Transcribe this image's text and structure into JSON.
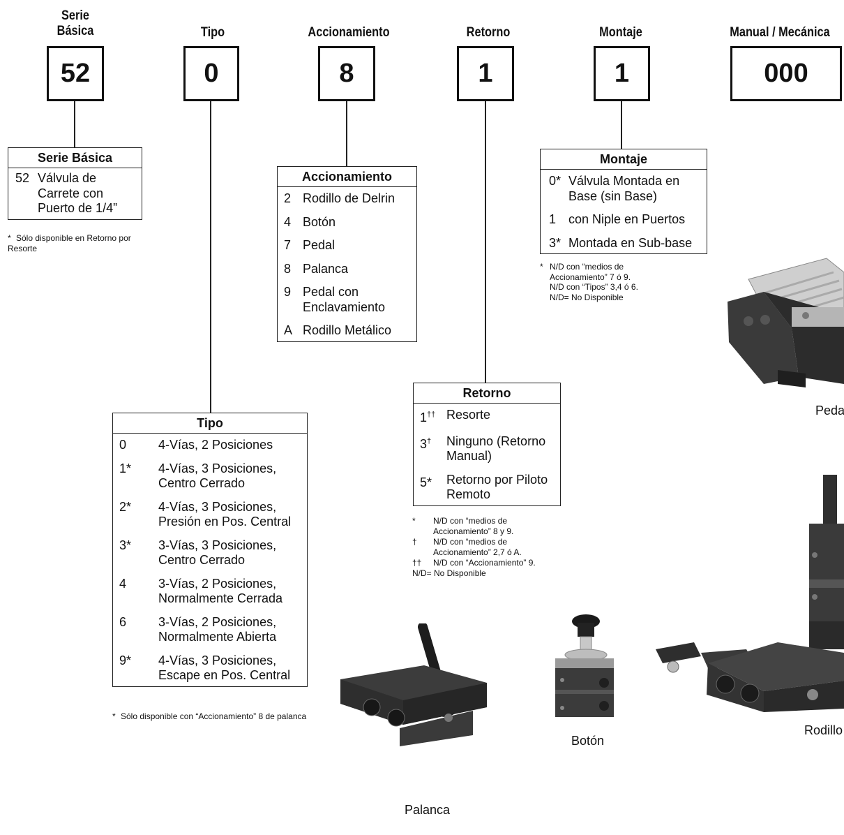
{
  "columns": [
    {
      "header_line1": "Serie",
      "header_line2": "Básica",
      "code": "52"
    },
    {
      "header_line1": "",
      "header_line2": "Tipo",
      "code": "0"
    },
    {
      "header_line1": "",
      "header_line2": "Accionamiento",
      "code": "8"
    },
    {
      "header_line1": "",
      "header_line2": "Retorno",
      "code": "1"
    },
    {
      "header_line1": "",
      "header_line2": "Montaje",
      "code": "1"
    },
    {
      "header_line1": "",
      "header_line2": "Manual / Mecánica",
      "code": "000"
    }
  ],
  "serie": {
    "title": "Serie Básica",
    "rows": [
      {
        "code": "52",
        "text": "Válvula de Carrete con Puerto de 1/4”"
      }
    ],
    "note_mark": "*",
    "note": "Sólo disponible en Retorno por Resorte"
  },
  "accionamiento": {
    "title": "Accionamiento",
    "rows": [
      {
        "code": "2",
        "text": "Rodillo de Delrin"
      },
      {
        "code": "4",
        "text": "Botón"
      },
      {
        "code": "7",
        "text": "Pedal"
      },
      {
        "code": "8",
        "text": "Palanca"
      },
      {
        "code": "9",
        "text": "Pedal con Enclavamiento"
      },
      {
        "code": "A",
        "text": "Rodillo Metálico"
      }
    ]
  },
  "montaje": {
    "title": "Montaje",
    "rows": [
      {
        "code": "0*",
        "text": "Válvula Montada en Base (sin Base)"
      },
      {
        "code": "1",
        "text": "con Niple en Puertos"
      },
      {
        "code": "3*",
        "text": "Montada en Sub-base"
      }
    ],
    "note_mark": "*",
    "note_lines": [
      "N/D con “medios de",
      "Accionamiento” 7 ó 9.",
      "N/D con “Tipos” 3,4 ó 6.",
      "N/D= No Disponible"
    ]
  },
  "retorno": {
    "title": "Retorno",
    "rows": [
      {
        "code": "1",
        "sup": "††",
        "text": "Resorte"
      },
      {
        "code": "3",
        "sup": "†",
        "text": "Ninguno (Retorno Manual)"
      },
      {
        "code": "5*",
        "sup": "",
        "text": "Retorno por Piloto Remoto"
      }
    ],
    "notes": [
      {
        "mark": "*",
        "text": "N/D con “medios de Accionamiento” 8 y 9."
      },
      {
        "mark": "†",
        "text": "N/D con “medios de Accionamiento” 2,7 ó A."
      },
      {
        "mark": "††",
        "text": "N/D con “Accionamiento” 9."
      }
    ],
    "footer": "N/D= No Disponible"
  },
  "tipo": {
    "title": "Tipo",
    "rows": [
      {
        "code": "0",
        "text": "4-Vías, 2 Posiciones"
      },
      {
        "code": "1*",
        "text": "4-Vías, 3 Posiciones, Centro Cerrado"
      },
      {
        "code": "2*",
        "text": "4-Vías, 3 Posiciones, Presión en Pos. Central"
      },
      {
        "code": "3*",
        "text": "3-Vías, 3 Posiciones, Centro Cerrado"
      },
      {
        "code": "4",
        "text": "3-Vías, 2 Posiciones, Normalmente Cerrada"
      },
      {
        "code": "6",
        "text": "3-Vías, 2 Posiciones, Normalmente Abierta"
      },
      {
        "code": "9*",
        "text": "4-Vías, 3 Posiciones, Escape en Pos. Central"
      }
    ],
    "note_mark": "*",
    "note": "Sólo disponible con “Accionamiento” 8 de palanca"
  },
  "captions": {
    "pedal": "Peda",
    "palanca": "Palanca",
    "boton": "Botón",
    "rodillo": "Rodillo"
  }
}
